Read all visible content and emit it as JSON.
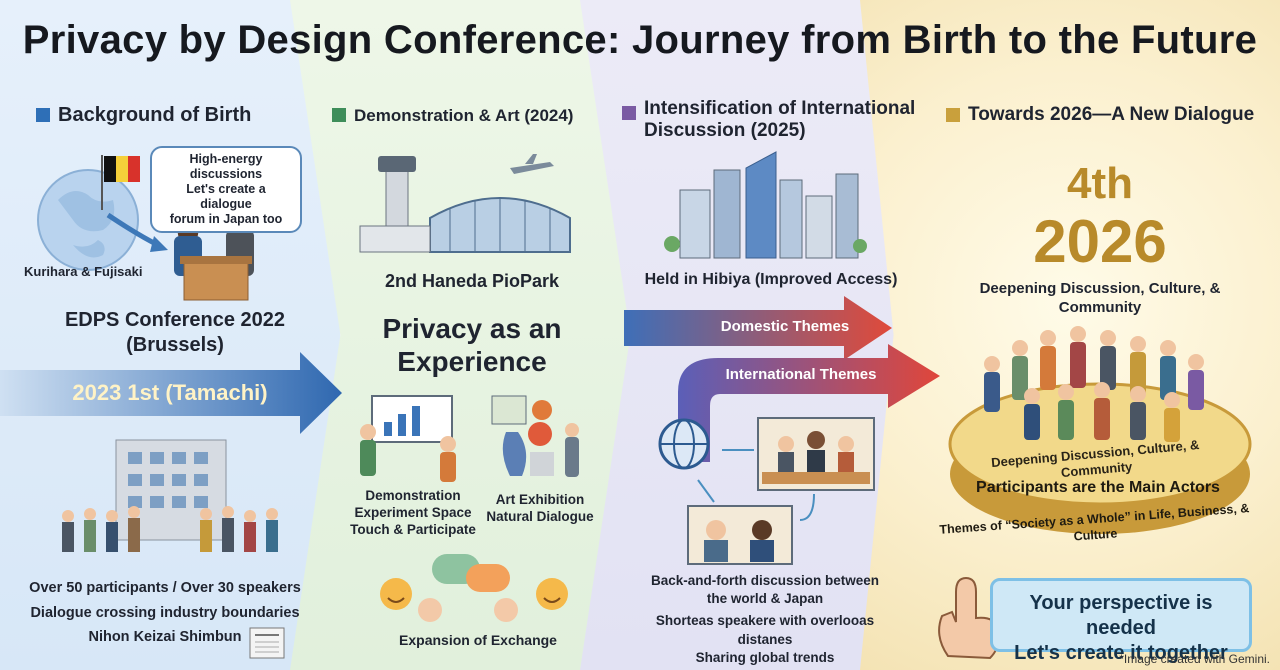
{
  "title": "Privacy by Design Conference: Journey from Birth to the Future",
  "sections": [
    {
      "heading": "Background of Birth",
      "color": "#2e6fb7",
      "bubble": [
        "High-energy discussions",
        "Let's create a dialogue",
        "forum in Japan too"
      ],
      "people_label": "Kurihara & Fujisaki",
      "event": [
        "EDPS Conference 2022",
        "(Brussels)"
      ],
      "arrow_label": "2023 1st (Tamachi)",
      "facts": [
        "Over 50 participants / Over 30 speakers",
        "Dialogue crossing industry boundaries",
        "Nihon Keizai Shimbun"
      ]
    },
    {
      "heading": "Demonstration & Art (2024)",
      "color": "#3e8e5a",
      "venue": "2nd Haneda PioPark",
      "tagline": [
        "Privacy as an",
        "Experience"
      ],
      "demo_caption": [
        "Demonstration",
        "Experiment Space",
        "Touch & Participate"
      ],
      "art_caption": [
        "Art Exhibition",
        "Natural Dialogue"
      ],
      "exchange_caption": "Expansion of Exchange"
    },
    {
      "heading": [
        "Intensification of International",
        "Discussion (2025)"
      ],
      "color": "#7a5aa3",
      "venue": "Held in Hibiya (Improved Access)",
      "arrow_domestic": "Domestic Themes",
      "arrow_international": "International Themes",
      "captions": [
        "Back-and-forth discussion between",
        "the world & Japan",
        "Shorteas speakere with overlooas distanes",
        "Sharing global trends"
      ]
    },
    {
      "heading": "Towards 2026—A New Dialogue",
      "color": "#c9a03c",
      "edition": "4th",
      "year": "2026",
      "subtitle": "Deepening Discussion, Culture, & Community",
      "stage_line1": "Deepening Discussion, Culture, & Community",
      "stage_line2": "Participants are the Main Actors",
      "stage_line3": "Themes of “Society as a Whole” in Life, Business, & Culture",
      "cta": [
        "Your perspective is needed",
        "Let's create it together"
      ]
    }
  ],
  "credit": "*Image created with Gemini."
}
